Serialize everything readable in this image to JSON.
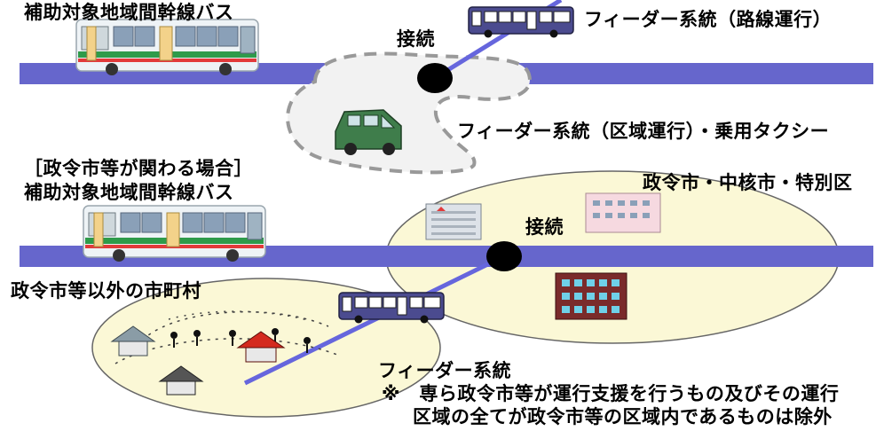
{
  "top_section": {
    "trunk_bus_label": "補助対象地域間幹線バス",
    "connection_label": "接続",
    "feeder_route_label": "フィーダー系統（路線運行）",
    "feeder_area_label": "フィーダー系統（区域運行）・乗用タクシー"
  },
  "bottom_section": {
    "case_label": "［政令市等が関わる場合］",
    "trunk_bus_label": "補助対象地域間幹線バス",
    "city_label": "政令市・中核市・特別区",
    "connection_label": "接続",
    "other_municipality_label": "政令市等以外の市町村",
    "feeder_label": "フィーダー系統",
    "note_line1": "※　専ら政令市等が運行支援を行うもの及びその運行",
    "note_line2": "区域の全てが政令市等の区域内であるものは除外"
  },
  "colors": {
    "trunk_line": "#6666cc",
    "feeder_line": "#6666dd",
    "area_fill": "#fbf8d6",
    "dashed_area_fill": "#f2f2f2",
    "dashed_area_stroke": "#999999",
    "connection_node": "#000000"
  }
}
